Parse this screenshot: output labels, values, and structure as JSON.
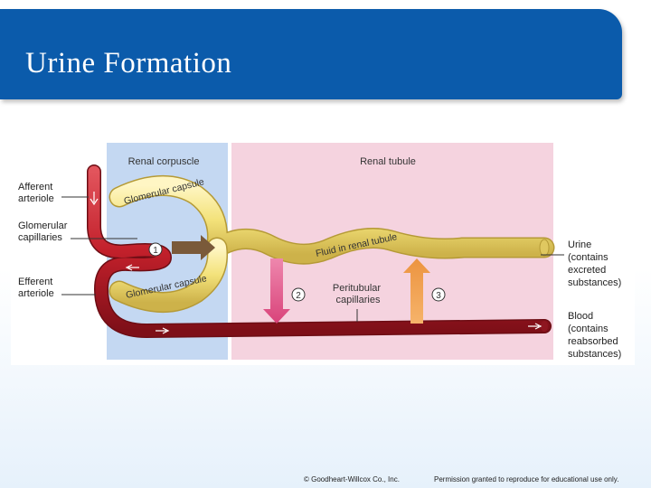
{
  "title": "Urine Formation",
  "diagram": {
    "region_corpuscle": "Renal corpuscle",
    "region_tubule": "Renal tubule",
    "labels": {
      "afferent": [
        "Afferent",
        "arteriole"
      ],
      "glomerular_capillaries": [
        "Glomerular",
        "capillaries"
      ],
      "efferent": [
        "Efferent",
        "arteriole"
      ],
      "urine": [
        "Urine",
        "(contains",
        "excreted",
        "substances)"
      ],
      "blood": [
        "Blood",
        "(contains",
        "reabsorbed",
        "substances)"
      ],
      "peritubular": [
        "Peritubular",
        "capillaries"
      ],
      "capsule_top": "Glomerular capsule",
      "capsule_bottom": "Glomerular capsule",
      "fluid": "Fluid in renal tubule",
      "step1": "1",
      "step2": "2",
      "step3": "3"
    },
    "colors": {
      "corpuscle_bg": "#c4d8f2",
      "tubule_bg": "#f5d3df",
      "vessel": "#c2202b",
      "tubule": "#f3e27a",
      "arrow_filtration": "#7a5a3a",
      "arrow_secretion": "#e45f8e",
      "arrow_reabsorption": "#f0a150"
    }
  },
  "footer": {
    "copyright": "© Goodheart-Willcox Co., Inc.",
    "permission": "Permission granted to reproduce for educational use only."
  }
}
